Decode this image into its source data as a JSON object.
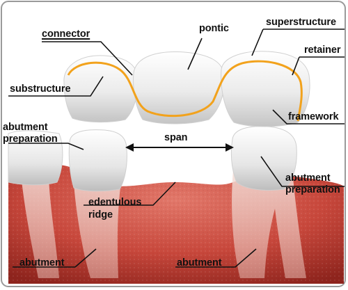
{
  "labels": {
    "connector": "connector",
    "pontic": "pontic",
    "superstructure": "superstructure",
    "retainer": "retainer",
    "substructure": "substructure",
    "framework": "framework",
    "abutment_preparation_left": "abutment preparation",
    "span": "span",
    "edentulous_ridge": "edentulous ridge",
    "abutment_preparation_right": "abutment preparation",
    "abutment_left": "abutment",
    "abutment_right": "abutment"
  },
  "colors": {
    "gum": "#c84a3e",
    "framework_line": "#f2a21c",
    "tooth": "#eeeeee",
    "leader": "#111111"
  }
}
